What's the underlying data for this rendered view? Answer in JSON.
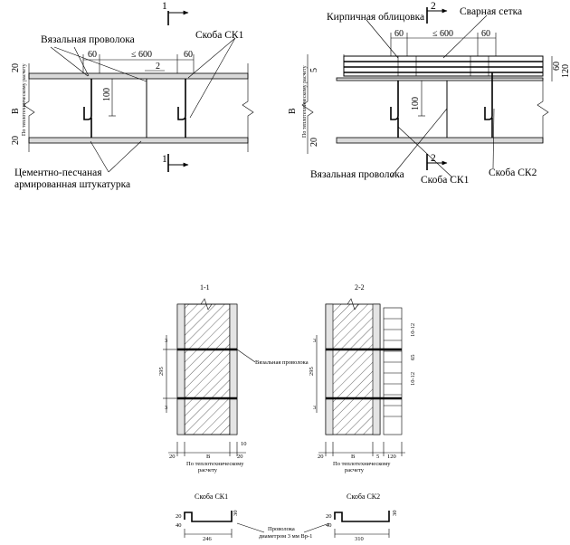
{
  "plan_left": {
    "label_wire": "Вязальная проволока",
    "label_bracket": "Скоба СК1",
    "label_plaster_1": "Цементно-песчаная",
    "label_plaster_2": "армированная штукатурка",
    "dim_60a": "60",
    "dim_600": "≤ 600",
    "dim_60b": "60",
    "dim_2": "2",
    "dim_100": "100",
    "dim_20_top": "20",
    "dim_20_bottom": "20",
    "dim_B": "В",
    "vertical_note": "По теплотехническому расчету",
    "section_top": "1",
    "section_bottom": "1"
  },
  "plan_right": {
    "label_brick": "Кирпичная облицовка",
    "label_mesh": "Сварная сетка",
    "label_wire": "Вязальная проволока",
    "label_ck1": "Скоба СК1",
    "label_ck2": "Скоба СК2",
    "dim_60a": "60",
    "dim_600": "≤ 600",
    "dim_60b": "60",
    "dim_100": "100",
    "dim_5": "5",
    "dim_20": "20",
    "dim_B": "В",
    "dim_60r": "60",
    "dim_120r": "120",
    "vertical_note": "По теплотехническому расчету",
    "section_top": "2",
    "section_bottom": "2"
  },
  "section_1": {
    "title": "1-1",
    "wire_label": "Вязальная проволока",
    "dim_3a": "3",
    "dim_295": "295",
    "dim_3b": "3",
    "dim_20a": "20",
    "dim_B": "В",
    "dim_20b": "20",
    "dim_10": "10",
    "note_1": "По теплотехническому",
    "note_2": "расчету"
  },
  "section_2": {
    "title": "2-2",
    "dim_3a": "3",
    "dim_295": "295",
    "dim_3b": "3",
    "dim_10_12a": "10-12",
    "dim_65": "65",
    "dim_10_12b": "10-12",
    "dim_20": "20",
    "dim_B": "В",
    "dim_5": "5",
    "dim_120": "120",
    "note_1": "По теплотехническому",
    "note_2": "расчету"
  },
  "brackets": {
    "ck1_title": "Скоба СК1",
    "ck2_title": "Скоба СК2",
    "wire_note_1": "Проволока",
    "wire_note_2": "диаметром 3 мм Вр-1",
    "ck1_dim_20": "20",
    "ck1_dim_40": "40",
    "ck1_dim_30": "30",
    "ck1_dim_246": "246",
    "ck2_dim_20": "20",
    "ck2_dim_40": "40",
    "ck2_dim_30": "30",
    "ck2_dim_310": "310"
  }
}
